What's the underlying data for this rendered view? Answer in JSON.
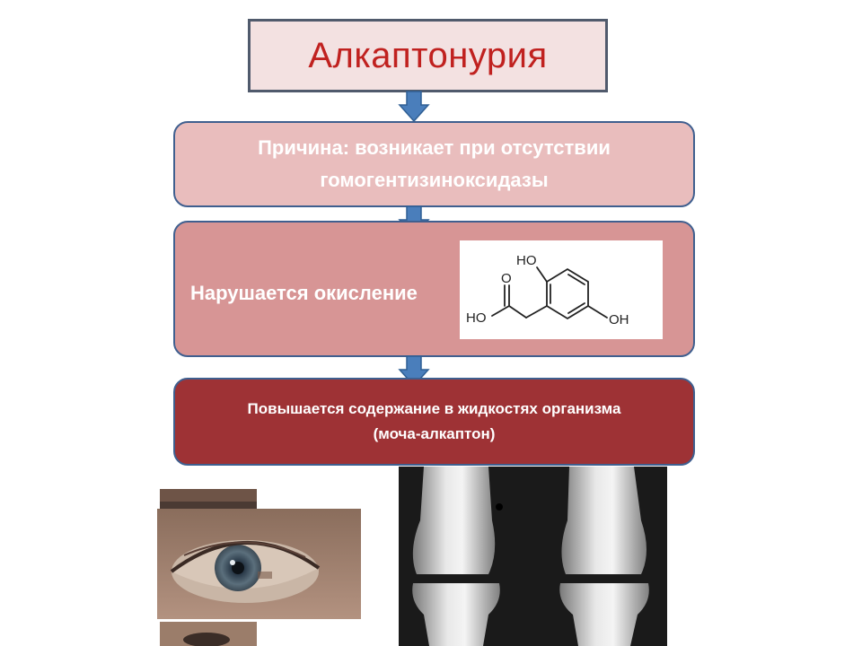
{
  "title": "Алкаптонурия",
  "cause": {
    "line1": "Причина: возникает при отсутствии",
    "line2": "гомогентизиноксидазы"
  },
  "oxidation": {
    "label": "Нарушается окисление",
    "molecule_labels": {
      "oh_top": "HO",
      "oh_acid": "HO",
      "oh_ring": "OH",
      "carbonyl_o": "O"
    }
  },
  "result": {
    "line1": "Повышается содержание в жидкостях организма",
    "line2": "(моча-алкаптон)"
  },
  "colors": {
    "title_text": "#c0211f",
    "title_bg": "#f3e1e1",
    "box1_bg": "#e9bdbd",
    "box2_bg": "#d79595",
    "box3_bg": "#9e3235",
    "arrow": "#4a7ebb"
  }
}
